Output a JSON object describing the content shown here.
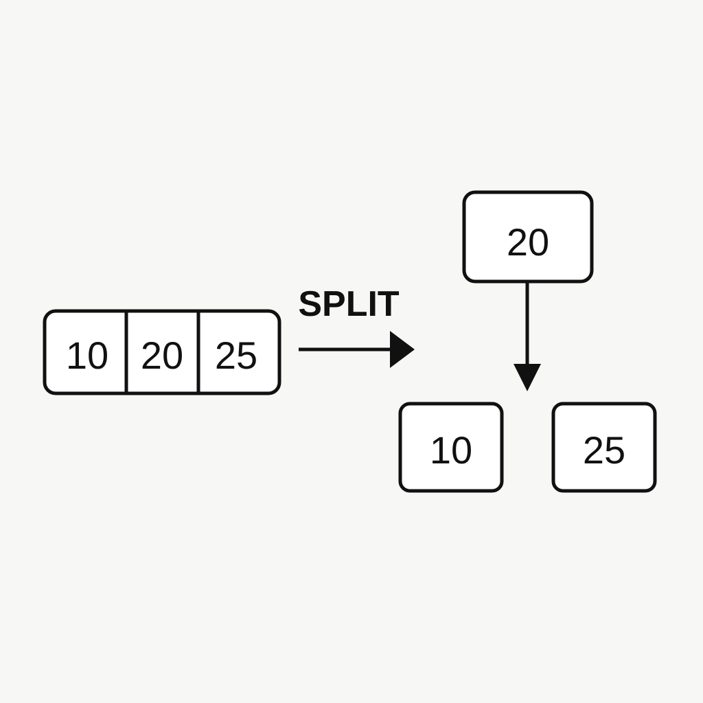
{
  "source_node": {
    "keys": [
      "10",
      "20",
      "25"
    ]
  },
  "operation": {
    "label": "SPLIT"
  },
  "result": {
    "parent_key": "20",
    "left_child_key": "10",
    "right_child_key": "25"
  },
  "colors": {
    "background": "#f7f7f5",
    "stroke": "#111111",
    "box_fill": "#ffffff"
  }
}
